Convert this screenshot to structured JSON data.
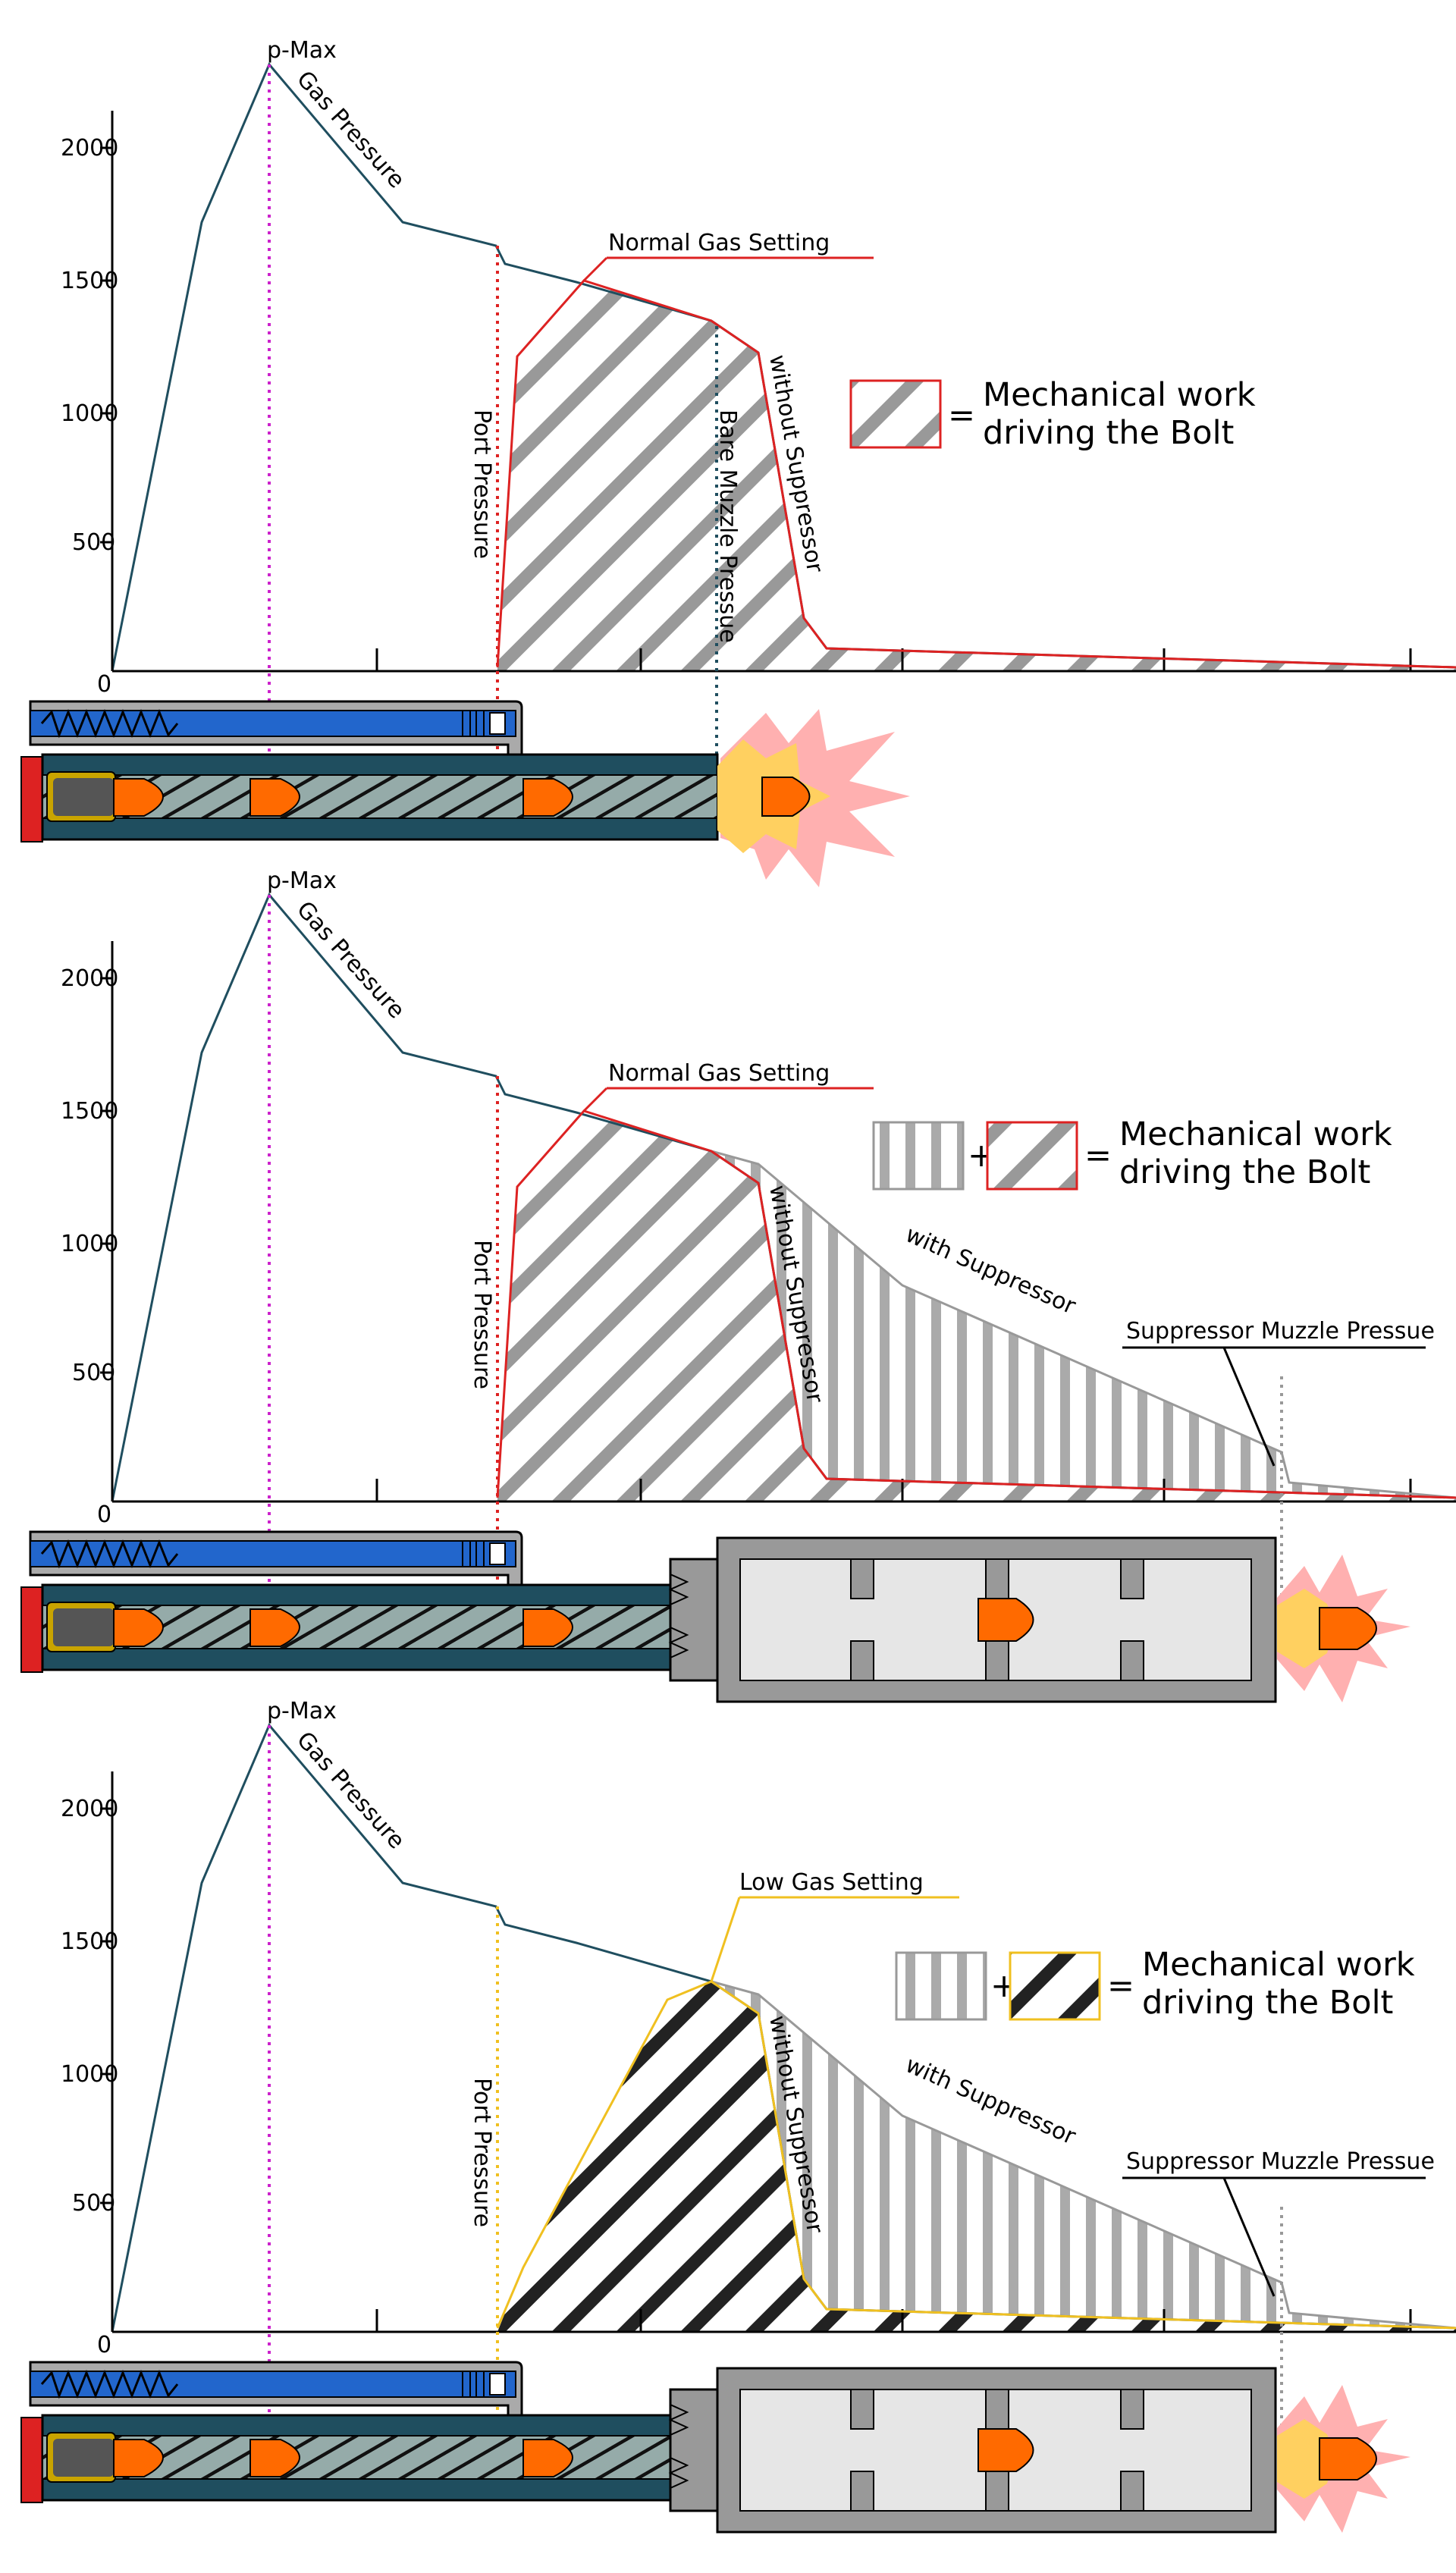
{
  "diagram": {
    "y_ticks": [
      "2000",
      "1500",
      "1000",
      "500",
      "0"
    ],
    "colors": {
      "pressure_line": "#1f4e5f",
      "normal_gas": "#dd2222",
      "low_gas": "#f0c020",
      "suppressor_line": "#999999",
      "hatch_gray": "#999999",
      "hatch_dark": "#222222",
      "pmax_marker": "#cc22cc",
      "barrel": "#1f4e5f",
      "gas_tube": "#2266cc",
      "bullet": "#ff6a00",
      "flash": "#ffd060",
      "flash_outer": "#ffb0b0",
      "suppressor_body": "#999999",
      "suppressor_chamber": "#e6e6e6"
    },
    "panel1": {
      "p_max": "p-Max",
      "gas_pressure": "Gas Pressure",
      "gas_setting": "Normal Gas Setting",
      "port_pressure": "Port Pressure",
      "muzzle_pressure": "Bare Muzzle Pressue",
      "without_suppressor": "without Suppressor",
      "legend_text_1": "Mechanical work",
      "legend_text_2": "driving the Bolt"
    },
    "panel2": {
      "p_max": "p-Max",
      "gas_pressure": "Gas Pressure",
      "gas_setting": "Normal Gas Setting",
      "port_pressure": "Port Pressure",
      "without_suppressor": "without Suppressor",
      "with_suppressor": "with Suppressor",
      "muzzle_pressure": "Suppressor Muzzle Pressue",
      "legend_text_1": "Mechanical work",
      "legend_text_2": "driving the Bolt"
    },
    "panel3": {
      "p_max": "p-Max",
      "gas_pressure": "Gas Pressure",
      "gas_setting": "Low Gas Setting",
      "port_pressure": "Port Pressure",
      "without_suppressor": "without Suppressor",
      "with_suppressor": "with Suppressor",
      "muzzle_pressure": "Suppressor Muzzle Pressue",
      "legend_text_1": "Mechanical work",
      "legend_text_2": "driving the Bolt"
    }
  }
}
